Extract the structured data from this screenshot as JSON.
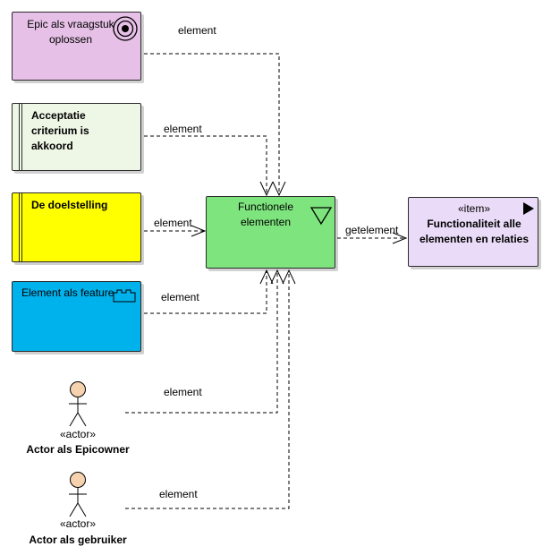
{
  "colors": {
    "epic": "#e6c0e6",
    "acceptance": "#eef7e6",
    "goal": "#ffff00",
    "feature": "#00b2ec",
    "function": "#7ee47e",
    "item": "#eadcf8",
    "actor_head": "#f6d3ae"
  },
  "nodes": {
    "epic": {
      "title": "Epic als vraagstuk oplossen",
      "icon": "target-icon"
    },
    "acceptance": {
      "title": "Acceptatie criterium is akkoord"
    },
    "goal": {
      "title": "De doelstelling"
    },
    "feature": {
      "title": "Element als feature",
      "icon": "feature-icon"
    },
    "function": {
      "title": "Functionele elementen",
      "icon": "triangle-down-icon"
    },
    "item": {
      "stereotype": "«item»",
      "title": "Functionaliteit alle elementen en relaties",
      "icon": "flag-icon"
    }
  },
  "actors": [
    {
      "stereotype": "«actor»",
      "name": "Actor als Epicowner"
    },
    {
      "stereotype": "«actor»",
      "name": "Actor als gebruiker"
    }
  ],
  "edges": {
    "epic": "element",
    "acceptance": "element",
    "goal": "element",
    "feature": "element",
    "actor1": "element",
    "actor2": "element",
    "item": "getelement"
  }
}
